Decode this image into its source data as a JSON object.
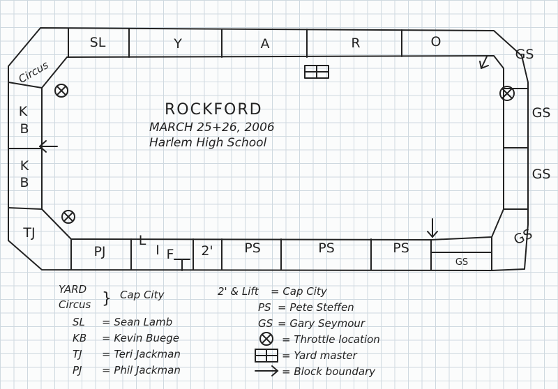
{
  "layout": {
    "top_blocks": [
      "SL",
      "Y",
      "A",
      "R",
      "O"
    ],
    "corner_top_left": "Circus",
    "corner_top_right": "GS",
    "left_blocks": [
      {
        "line1": "K",
        "line2": "B"
      },
      {
        "line1": "K",
        "line2": "B"
      }
    ],
    "corner_bottom_left": "TJ",
    "right_blocks": [
      "GS",
      "GS"
    ],
    "corner_bottom_right": "GS",
    "bottom_blocks": [
      "PJ",
      "L",
      "I",
      "F",
      "T",
      "2'",
      "PS",
      "PS",
      "PS"
    ],
    "bottom_right_small": "GS"
  },
  "title": {
    "name": "ROCKFORD",
    "date": "MARCH 25+26, 2006",
    "venue": "Harlem High School"
  },
  "legend": {
    "left": [
      {
        "code": "YARD",
        "meaning": ""
      },
      {
        "code": "Circus",
        "meaning": "Cap City"
      },
      {
        "code": "SL",
        "meaning": "= Sean Lamb"
      },
      {
        "code": "KB",
        "meaning": "= Kevin Buege"
      },
      {
        "code": "TJ",
        "meaning": "= Teri Jackman"
      },
      {
        "code": "PJ",
        "meaning": "= Phil Jackman"
      }
    ],
    "right": [
      {
        "code": "2' & Lift",
        "meaning": "= Cap City"
      },
      {
        "code": "PS",
        "meaning": "= Pete Steffen"
      },
      {
        "code": "GS",
        "meaning": "= Gary Seymour"
      },
      {
        "code": "throttle-symbol",
        "meaning": "= Throttle location"
      },
      {
        "code": "yardmaster-symbol",
        "meaning": "= Yard master"
      },
      {
        "code": "arrow-symbol",
        "meaning": "= Block boundary"
      }
    ]
  },
  "colors": {
    "ink": "#222222",
    "grid": "#cfd9e0",
    "paper": "#fbfcfc"
  },
  "icons": {
    "throttle": "circled-x-icon",
    "yardmaster": "window-grid-icon",
    "boundary": "arrow-icon"
  }
}
